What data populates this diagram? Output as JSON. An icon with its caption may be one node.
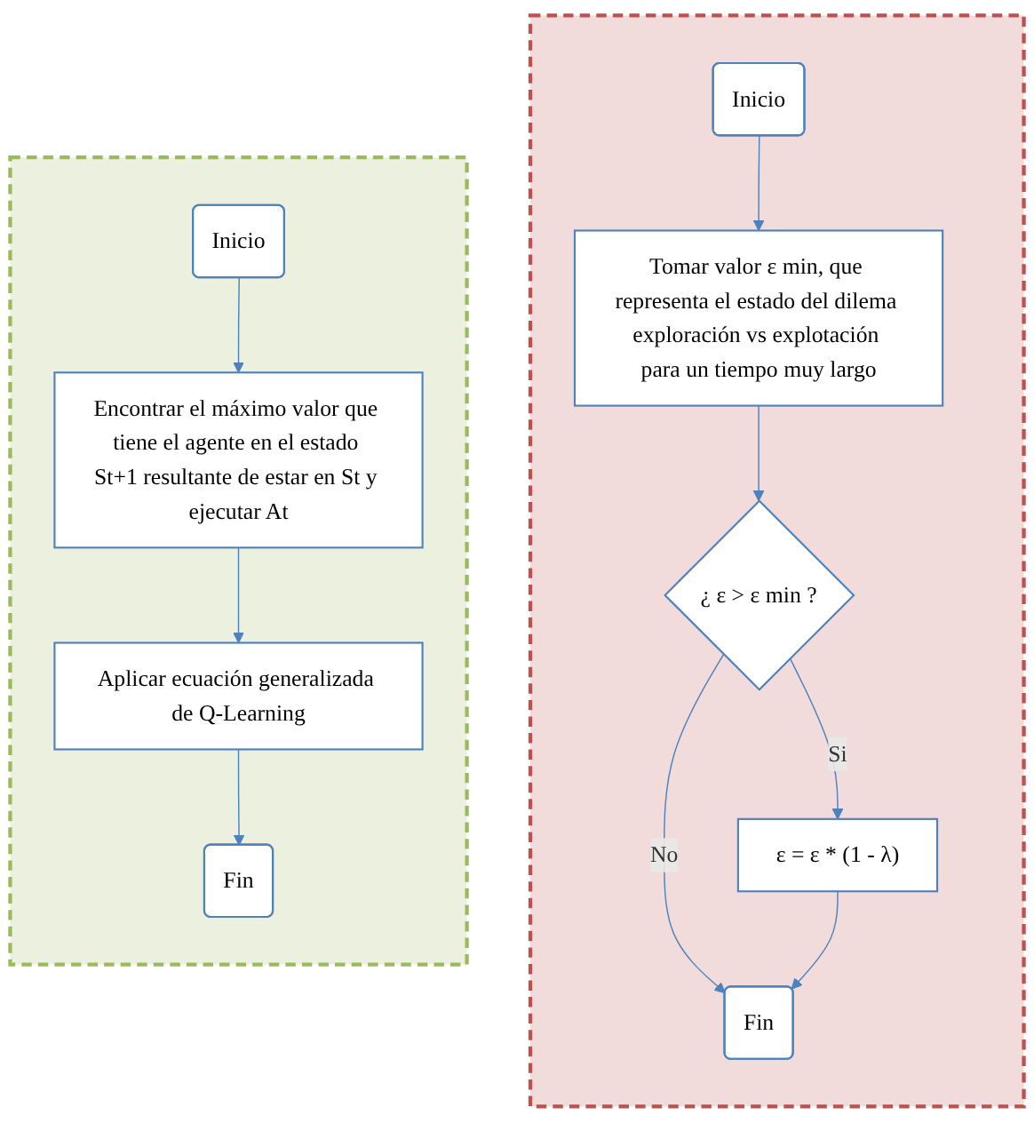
{
  "diagram": {
    "nodes": [
      {
        "text": [],
        "shape": "box"
      },
      {
        "text": [
          "Inicio"
        ],
        "in": 0
      },
      {
        "text": [
          "Encontrar el máximo valor que tiene el agente en el estado St+1 resultante de estar en St y ejecutar At"
        ],
        "in": 0
      },
      {
        "text": [
          "Aplicar ecuación generalizada de Q-Learning"
        ],
        "in": 0
      },
      {
        "text": [
          "Fin"
        ],
        "in": 0
      },
      {
        "text": [],
        "shape": "box"
      },
      {
        "text": [
          "Inicio"
        ],
        "in": 5
      },
      {
        "text": [
          "Tomar valor ε min, que representa el estado del dilema exploración vs explotación para un tiempo muy largo"
        ],
        "in": 5
      },
      {
        "text": [
          "¿ ε > ε min ?"
        ],
        "in": 5
      },
      {
        "text": [
          "ε = ε * (1 - λ)"
        ],
        "in": 5
      },
      {
        "text": [
          "Fin"
        ],
        "in": 5
      }
    ],
    "edges": [
      {
        "from": 1,
        "to": 2,
        "arrow": "to"
      },
      {
        "from": 2,
        "to": 3,
        "arrow": "to"
      },
      {
        "from": 3,
        "to": 4,
        "arrow": "to"
      },
      {
        "from": 6,
        "to": 7,
        "arrow": "to"
      },
      {
        "from": 7,
        "to": 8,
        "arrow": "to"
      },
      {
        "from": 8,
        "to": 9,
        "arrow": "to",
        "label": "Si"
      },
      {
        "from": 8,
        "to": 10,
        "arrow": "to",
        "label": "No"
      },
      {
        "from": 9,
        "to": 10,
        "arrow": "to"
      }
    ]
  }
}
